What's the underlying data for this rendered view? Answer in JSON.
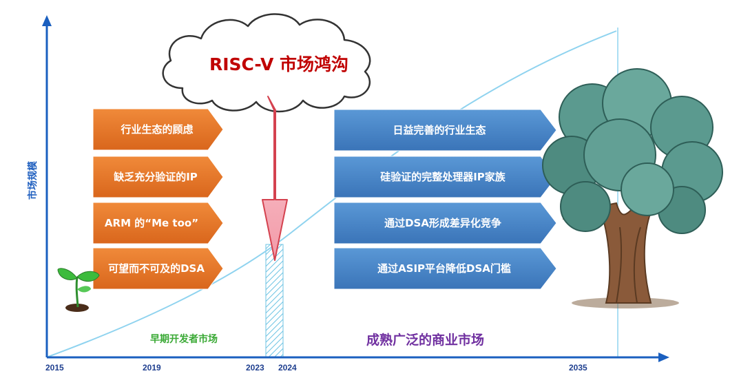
{
  "title": "RISC-V 市场鸿沟",
  "y_axis_label": "市场规模",
  "x_axis_years": [
    "2015",
    "2019",
    "2023",
    "2024",
    "2035"
  ],
  "early_market_label": "早期开发者市场",
  "mature_market_label": "成熟广泛的商业市场",
  "challenges": [
    "行业生态的顾虑",
    "缺乏充分验证的IP",
    "ARM 的“Me too”",
    "可望而不可及的DSA"
  ],
  "strengths": [
    "日益完善的行业生态",
    "硅验证的完整处理器IP家族",
    "通过DSA形成差异化竞争",
    "通过ASIP平台降低DSA门槛"
  ],
  "colors": {
    "axis": "#1a5fbf",
    "curve": "#8fd3ef",
    "challenge_box": "#e97a2b",
    "strength_box": "#4a86c8",
    "title": "#c00000",
    "early_label": "#3aa935",
    "mature_label": "#7030a0",
    "arrow": "#f7b6bf"
  }
}
